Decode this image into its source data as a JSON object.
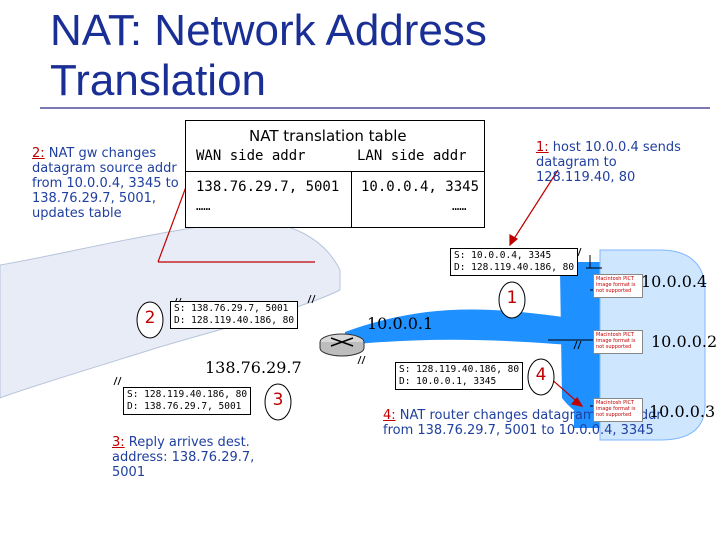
{
  "title": "NAT: Network Address Translation",
  "table": {
    "title": "NAT translation table",
    "wan_header": "WAN side addr",
    "lan_header": "LAN side addr",
    "wan_row": "138.76.29.7, 5001",
    "lan_row": "10.0.0.4, 3345",
    "wan_more": "……",
    "lan_more": "……"
  },
  "notes": {
    "note1": {
      "num": "1:",
      "text": " host 10.0.0.4 sends datagram to 128.119.40, 80"
    },
    "note2": {
      "num": "2:",
      "text": " NAT gw changes datagram source addr from 10.0.0.4, 3345 to 138.76.29.7, 5001, updates table"
    },
    "note3": {
      "num": "3:",
      "text": " Reply arrives dest. address: 138.76.29.7, 5001"
    },
    "note4": {
      "num": "4:",
      "text": " NAT router changes datagram dest addr from 138.76.29.7, 5001 to 10.0.0.4, 3345"
    }
  },
  "datagrams": {
    "d1": "S: 10.0.0.4, 3345\nD: 128.119.40.186, 80",
    "d2": "S: 138.76.29.7, 5001\nD: 128.119.40.186, 80",
    "d3": "S: 128.119.40.186, 80\nD: 138.76.29.7, 5001",
    "d4": "S: 128.119.40.186, 80\nD: 10.0.0.1, 3345"
  },
  "steps": {
    "s1": "1",
    "s2": "2",
    "s3": "3",
    "s4": "4"
  },
  "addresses": {
    "router_wan": "138.76.29.7",
    "router_lan": "10.0.0.1",
    "host1": "10.0.0.4",
    "host2": "10.0.0.2",
    "host3": "10.0.0.3"
  },
  "host_image_placeholder": "Macintosh PICT image format is not supported",
  "colors": {
    "title": "#1a2f95",
    "note": "#2040a0",
    "step": "#c00000",
    "lan": "#1e90ff",
    "wan_cloud": "#e8ecf6"
  }
}
